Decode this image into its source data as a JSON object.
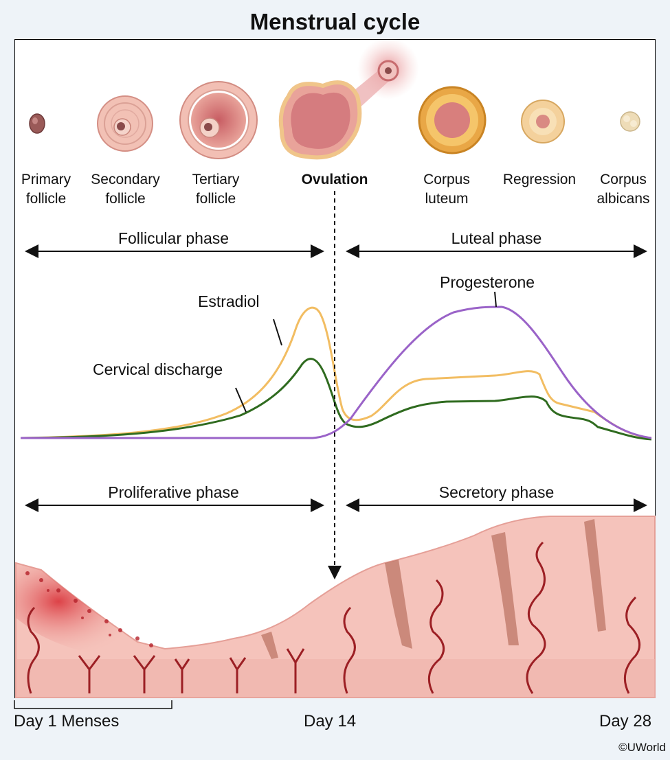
{
  "title": "Menstrual cycle",
  "stages": {
    "primary": "Primary\nfollicle",
    "secondary": "Secondary\nfollicle",
    "tertiary": "Tertiary\nfollicle",
    "ovulation": "Ovulation",
    "corpus_luteum": "Corpus\nluteum",
    "regression": "Regression",
    "corpus_albicans": "Corpus\nalbicans"
  },
  "phases": {
    "follicular": "Follicular phase",
    "luteal": "Luteal phase",
    "proliferative": "Proliferative phase",
    "secretory": "Secretory phase"
  },
  "curves": {
    "estradiol": "Estradiol",
    "cervical_discharge": "Cervical discharge",
    "progesterone": "Progesterone"
  },
  "colors": {
    "estradiol": "#f2bd62",
    "cervical_discharge": "#2f6b1f",
    "progesterone": "#9a63c8",
    "endometrium": "#f5c3bb",
    "blood": "#b5212a"
  },
  "days": {
    "start": "Day 1 Menses",
    "mid": "Day 14",
    "end": "Day 28"
  },
  "copyright": "©UWorld"
}
